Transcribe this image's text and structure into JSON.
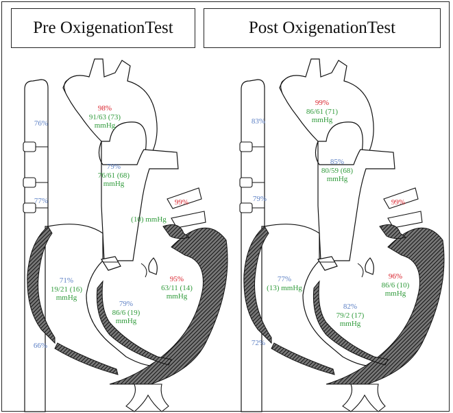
{
  "titles": {
    "pre": "Pre OxigenationTest",
    "post": "Post OxigenationTest"
  },
  "colors": {
    "saturation_arterial": "#d8202a",
    "pressure": "#2f9a3a",
    "saturation_venous": "#5b7fc4"
  },
  "pre": {
    "aorta_sat": "98%",
    "aorta_pressure": "91/63 (73)",
    "aorta_unit": "mmHg",
    "svc_sat": "76%",
    "mid_vein_sat": "77%",
    "ivc_sat": "66%",
    "pa_sat": "79%",
    "pa_pressure": "76/61 (68)",
    "pa_unit": "mmHg",
    "pv_sat": "99%",
    "la_pressure": "(10) mmHg",
    "ra_sat": "71%",
    "ra_pressure": "19/21 (16)",
    "ra_unit": "mmHg",
    "rv_sat": "79%",
    "rv_pressure": "86/6 (19)",
    "rv_unit": "mmHg",
    "lv_sat": "95%",
    "lv_pressure": "63/11 (14)",
    "lv_unit": "mmHg"
  },
  "post": {
    "aorta_sat": "99%",
    "aorta_pressure": "86/61 (71)",
    "aorta_unit": "mmHg",
    "svc_sat": "83%",
    "mid_vein_sat": "79%",
    "ivc_sat": "72%",
    "pa_sat": "85%",
    "pa_pressure": "80/59 (68)",
    "pa_unit": "mmHg",
    "pv_sat": "99%",
    "ra_sat": "77%",
    "ra_pressure": "(13) mmHg",
    "rv_sat": "82%",
    "rv_pressure": "79/2 (17)",
    "rv_unit": "mmHg",
    "lv_sat": "96%",
    "lv_pressure": "86/6 (10)",
    "lv_unit": "mmHg"
  }
}
